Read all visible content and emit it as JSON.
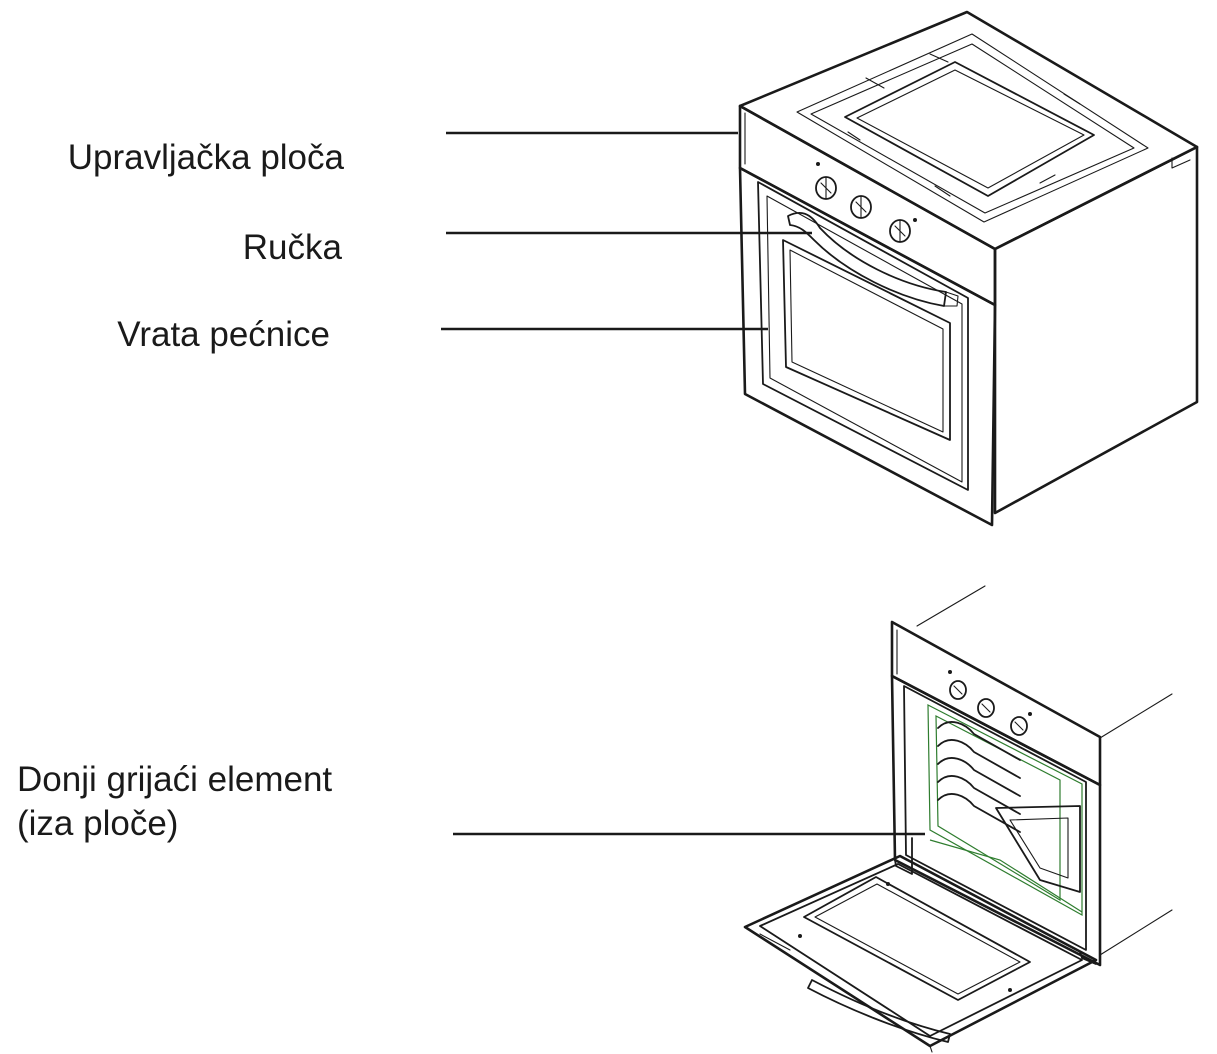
{
  "labels": {
    "control_panel": "Upravljačka ploča",
    "handle": "Ručka",
    "oven_door": "Vrata pećnice",
    "bottom_heater_line1": "Donji grijaći element",
    "bottom_heater_line2": "(iza ploče)"
  },
  "colors": {
    "line": "#1a1a1a",
    "accent_green": "#2f7d2f",
    "background": "#ffffff"
  }
}
